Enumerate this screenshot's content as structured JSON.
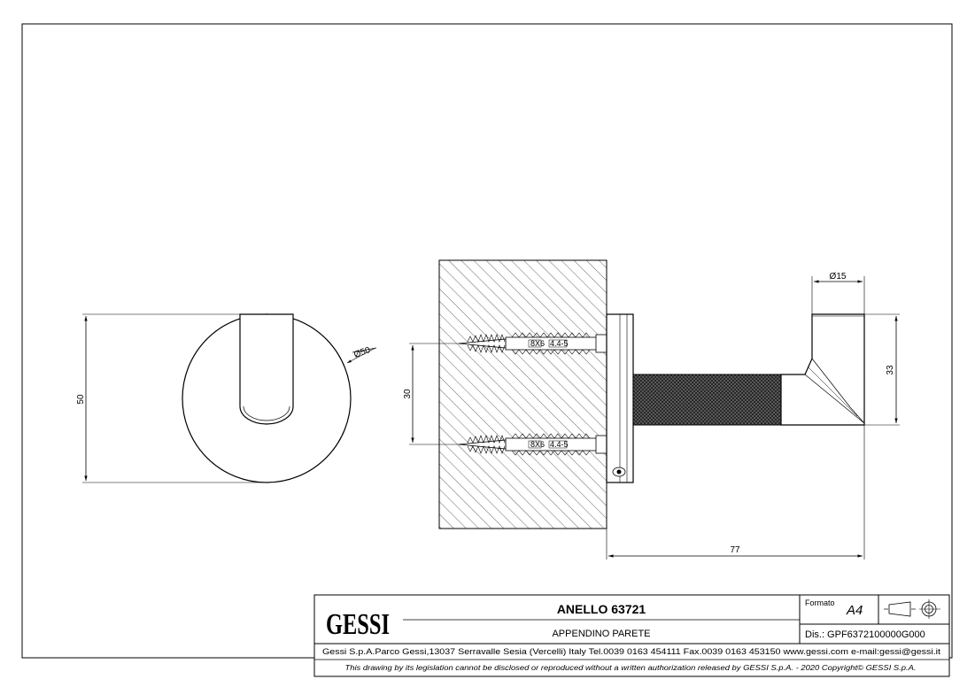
{
  "dimensions": {
    "front_height": "50",
    "front_diameter": "Ø50",
    "plug_spacing": "30",
    "knob_diameter": "Ø15",
    "knob_height": "33",
    "projection": "77",
    "plug_marking_a": "8X6",
    "plug_marking_b": "4.4-5"
  },
  "title_block": {
    "logo_text": "GESSI",
    "product_name": "ANELLO 63721",
    "description": "APPENDINO PARETE",
    "format_label": "Formato",
    "format_value": "A4",
    "drawing_number": "Dis.: GPF6372100000G000",
    "company_info": "Gessi S.p.A.Parco Gessi,13037 Serravalle Sesia (Vercelli) Italy Tel.0039 0163 454111 Fax.0039 0163 453150 www.gessi.com e-mail:gessi@gessi.it",
    "disclaimer": "This drawing by its legislation cannot be disclosed or reproduced without a written authorization released by GESSI S.p.A. - 2020 Copyright© GESSI S.p.A."
  }
}
